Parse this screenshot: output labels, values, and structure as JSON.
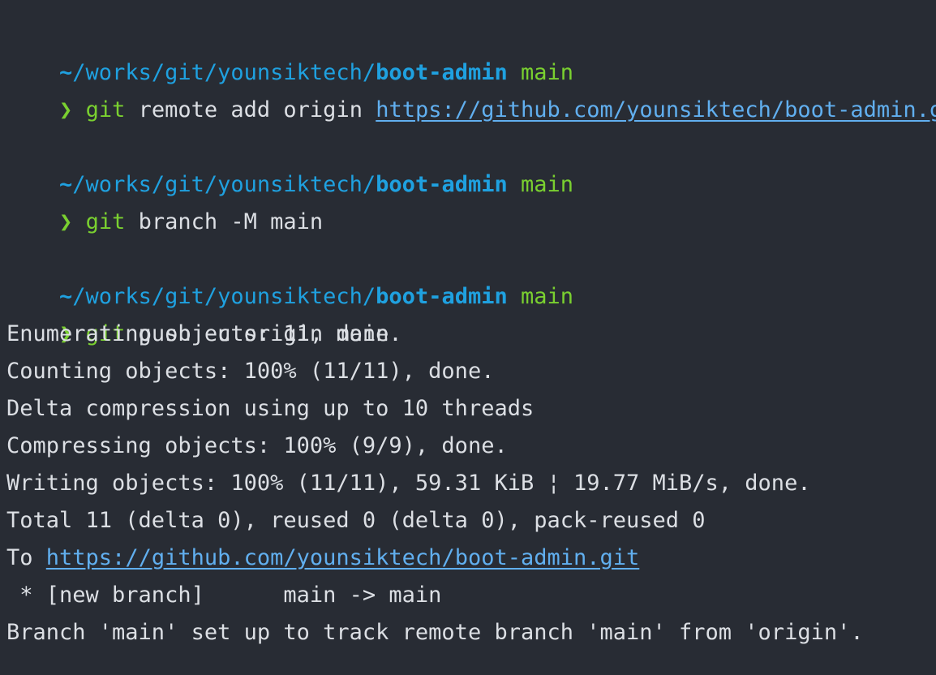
{
  "colors": {
    "background": "#282c34",
    "text": "#dcdfe4",
    "path": "#1fa1e0",
    "branch": "#7ad030",
    "link": "#61afef"
  },
  "prompt": {
    "tilde": "~",
    "path": "/works/git/younsiktech/",
    "repo": "boot-admin",
    "branch": "main",
    "arrow": "❯"
  },
  "commands": [
    {
      "git": "git",
      "args": "remote add origin",
      "url": "https://github.com/younsiktech/boot-admin.git"
    },
    {
      "git": "git",
      "args": "branch -M main"
    },
    {
      "git": "git",
      "args": "push -u origin main"
    }
  ],
  "output": {
    "line1": "Enumerating objects: 11, done.",
    "line2": "Counting objects: 100% (11/11), done.",
    "line3": "Delta compression using up to 10 threads",
    "line4": "Compressing objects: 100% (9/9), done.",
    "line5": "Writing objects: 100% (11/11), 59.31 KiB ¦ 19.77 MiB/s, done.",
    "line6": "Total 11 (delta 0), reused 0 (delta 0), pack-reused 0",
    "to_label": "To",
    "to_url": "https://github.com/younsiktech/boot-admin.git",
    "line8": " * [new branch]      main -> main",
    "line9": "Branch 'main' set up to track remote branch 'main' from 'origin'."
  }
}
